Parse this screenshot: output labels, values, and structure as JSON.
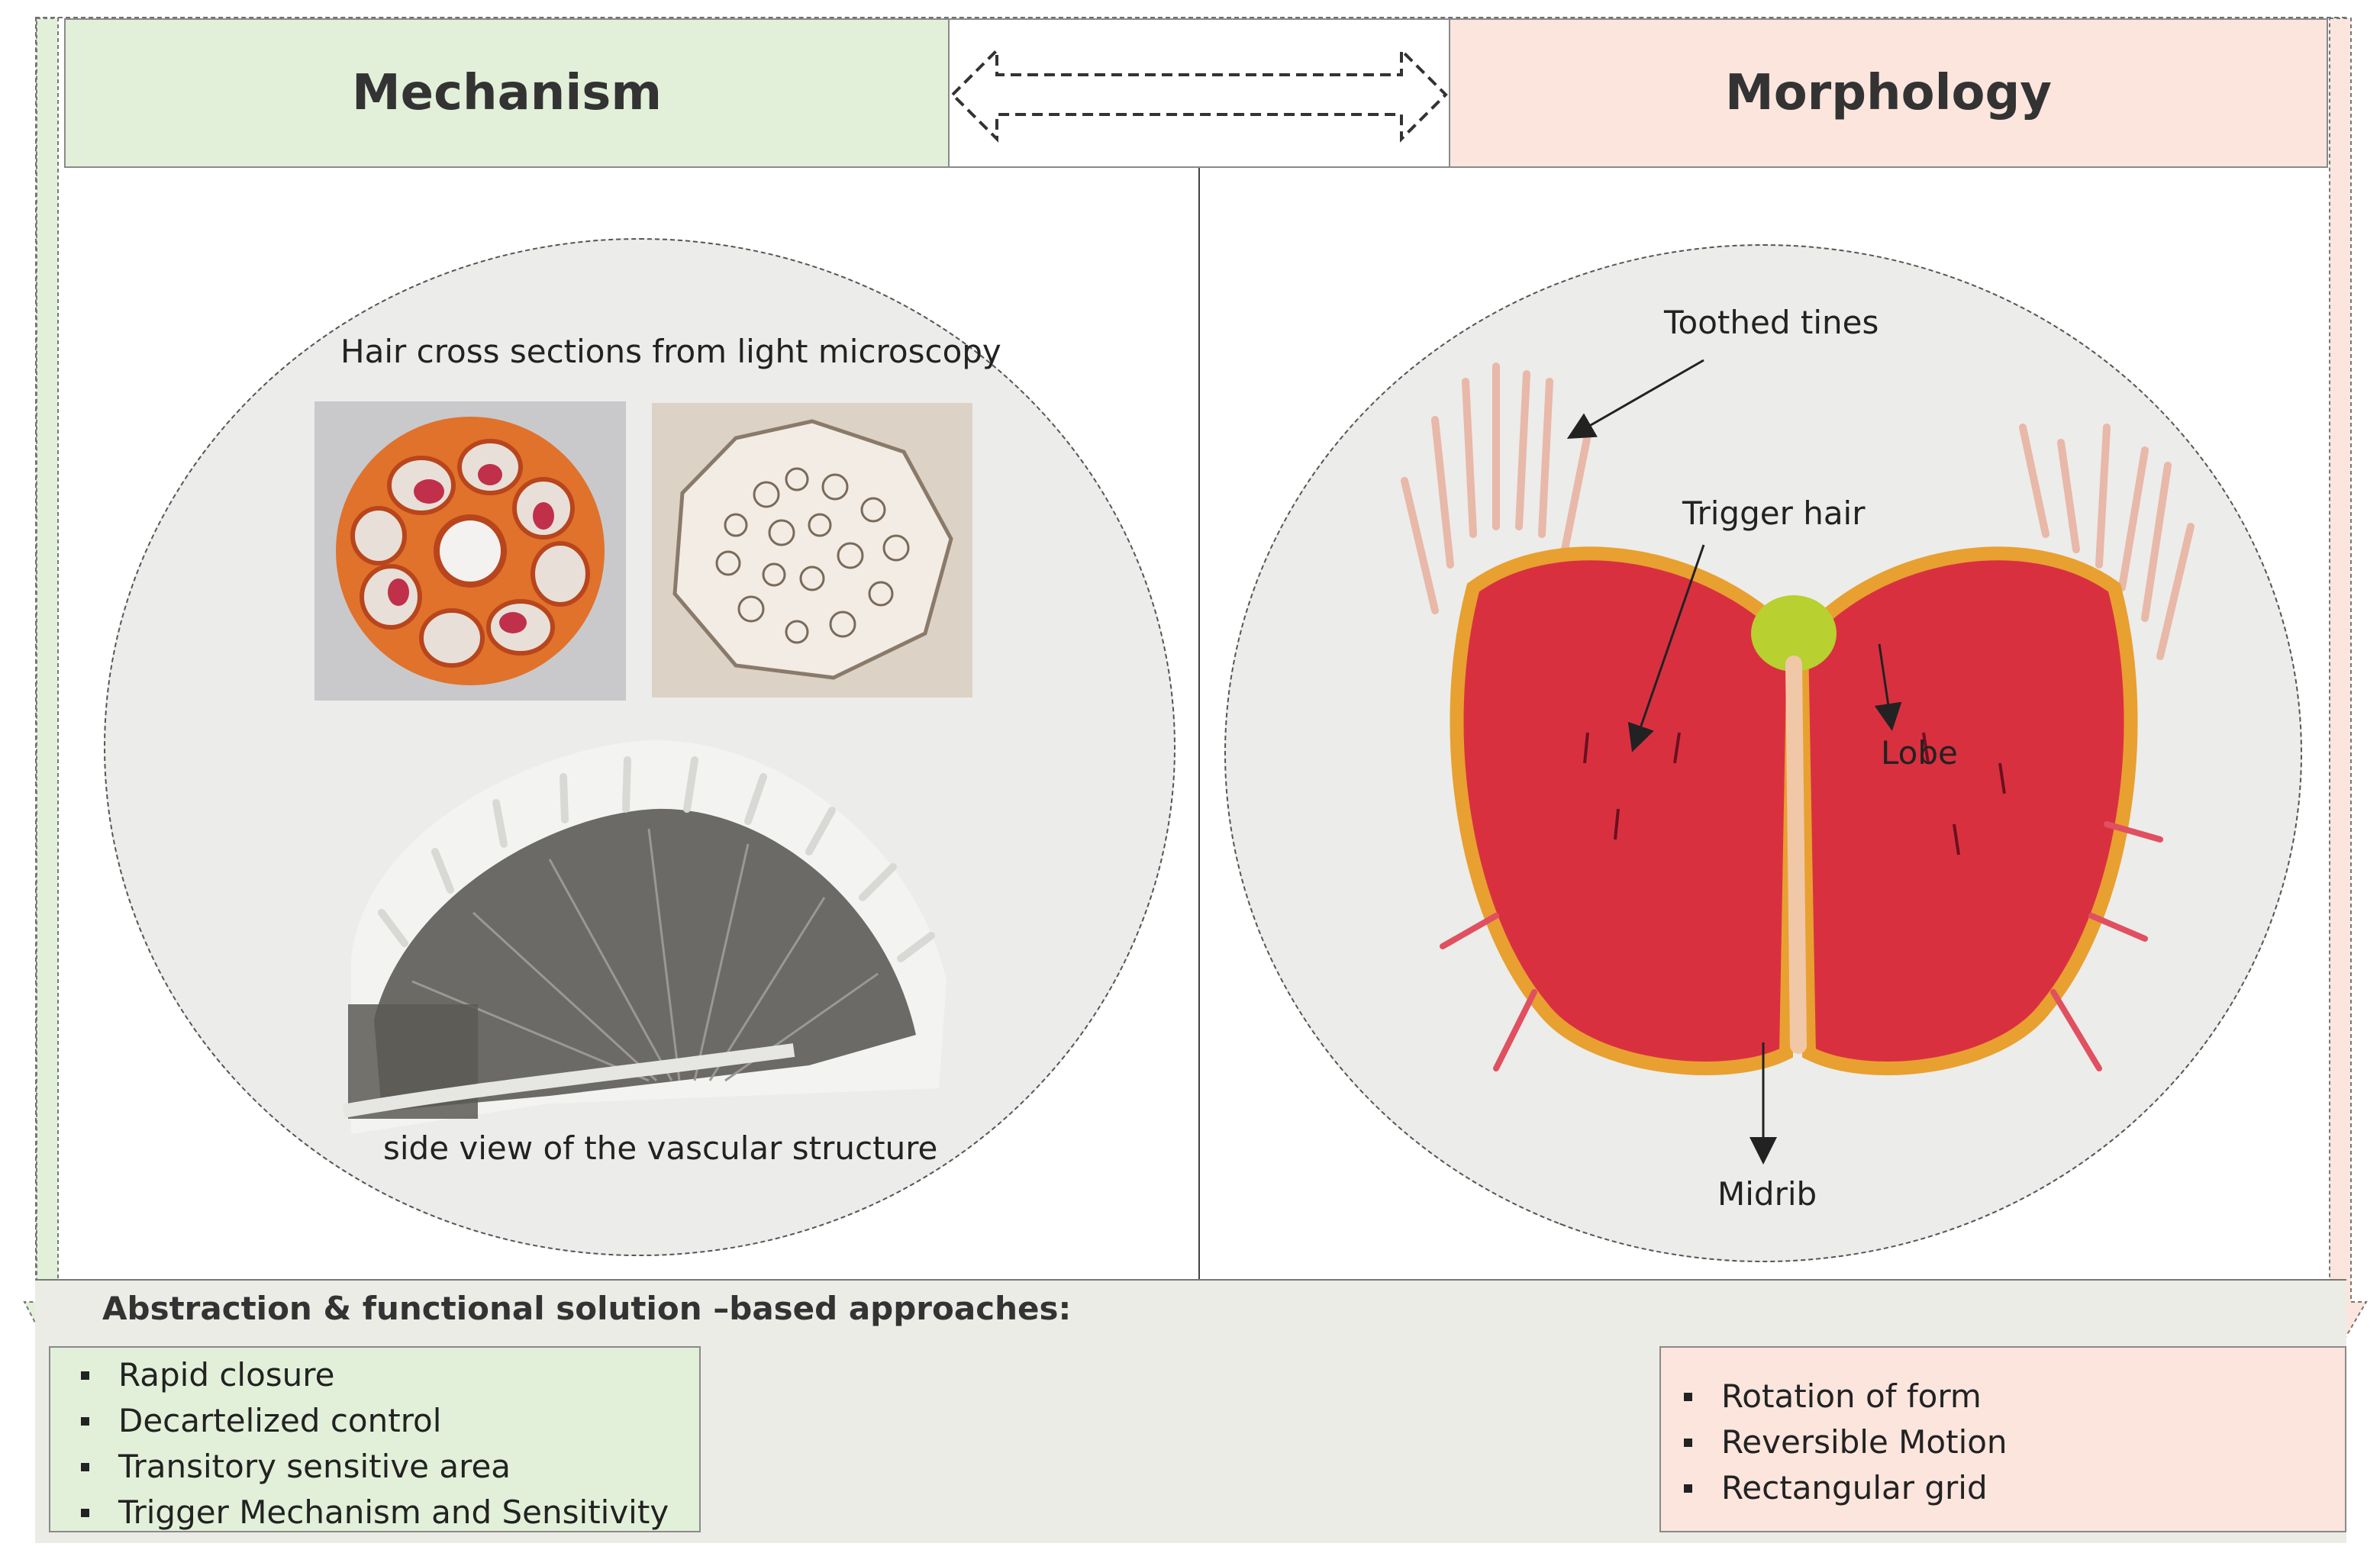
{
  "headers": {
    "left_title": "Mechanism",
    "right_title": "Morphology"
  },
  "mechanism_panel": {
    "top_caption": "Hair cross sections from light microscopy",
    "bottom_caption": "side view of the vascular structure"
  },
  "morphology_panel": {
    "labels": {
      "toothed_tines": "Toothed tines",
      "trigger_hair": "Trigger hair",
      "lobe": "Lobe",
      "midrib": "Midrib"
    }
  },
  "bottom": {
    "title": "Abstraction & functional solution –based approaches:",
    "mechanism_items": [
      "Rapid closure",
      "Decartelized control",
      "Transitory sensitive area",
      "Trigger Mechanism and Sensitivity"
    ],
    "morphology_items": [
      "Rotation of form",
      "Reversible Motion",
      "Rectangular grid"
    ]
  },
  "colors": {
    "mechanism_fill": "#e2f0d9",
    "morphology_fill": "#fbe5dd",
    "circle_fill": "#ececea",
    "bottom_fill": "#ecece6"
  }
}
